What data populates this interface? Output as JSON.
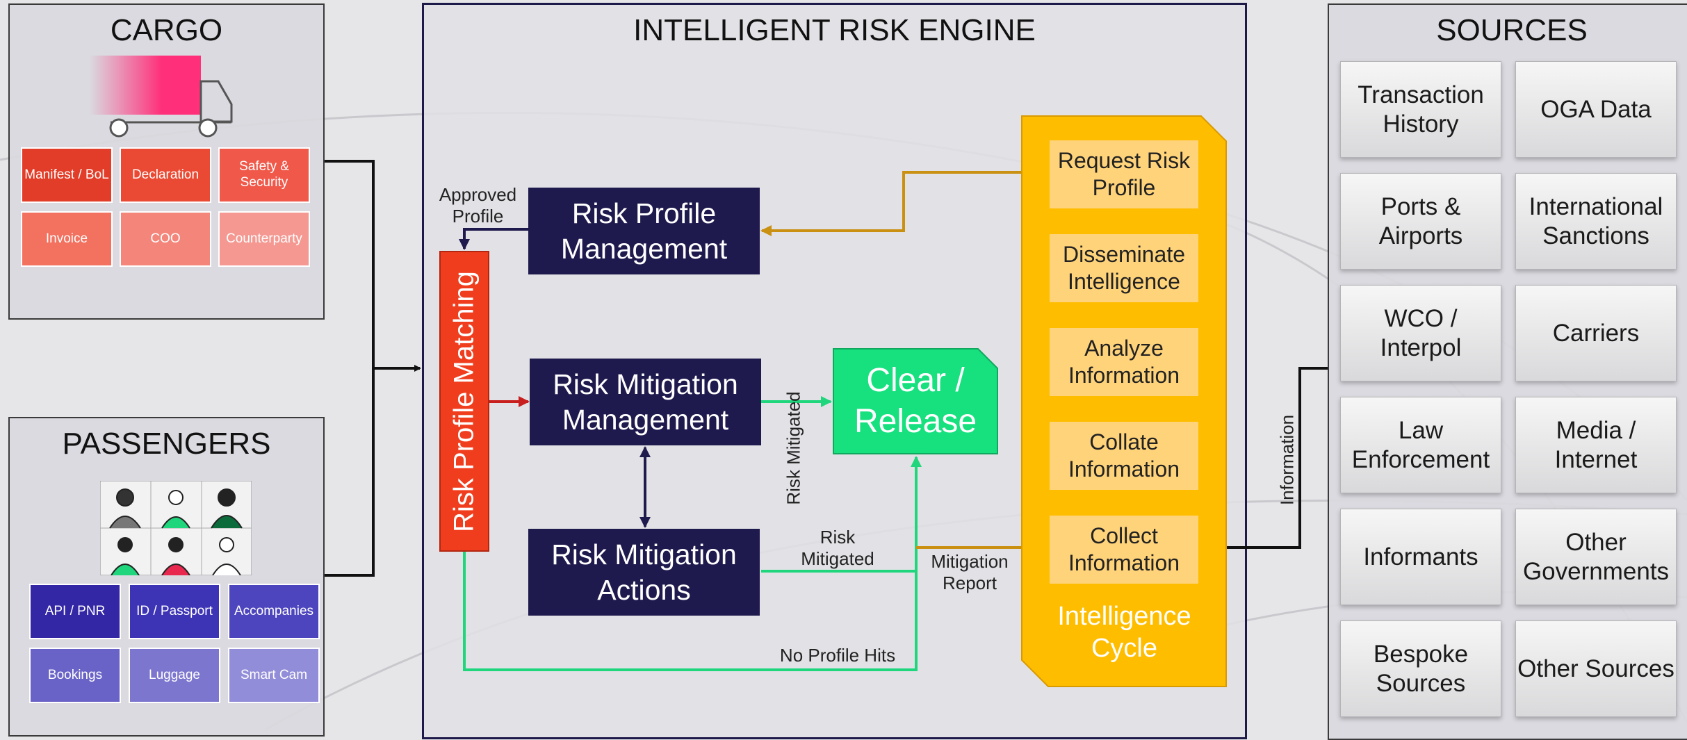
{
  "cargo": {
    "title": "CARGO",
    "tiles": [
      {
        "label": "Manifest / BoL",
        "color": "#e23d28"
      },
      {
        "label": "Declaration",
        "color": "#ea4a33"
      },
      {
        "label": "Safety & Security",
        "color": "#f0584a"
      },
      {
        "label": "Invoice",
        "color": "#f2715f"
      },
      {
        "label": "COO",
        "color": "#f4857a"
      },
      {
        "label": "Counterparty",
        "color": "#f49891"
      }
    ]
  },
  "passengers": {
    "title": "PASSENGERS",
    "tiles": [
      {
        "label": "API / PNR",
        "color": "#3327a6"
      },
      {
        "label": "ID / Passport",
        "color": "#3d33b5"
      },
      {
        "label": "Accompanies",
        "color": "#4d45bd"
      },
      {
        "label": "Bookings",
        "color": "#6a63c7"
      },
      {
        "label": "Luggage",
        "color": "#7c76cf"
      },
      {
        "label": "Smart Cam",
        "color": "#928dd8"
      }
    ]
  },
  "engine": {
    "title": "INTELLIGENT RISK ENGINE",
    "matching": "Risk Profile Matching",
    "profile_mgmt": "Risk Profile Management",
    "mitigation_mgmt": "Risk Mitigation Management",
    "mitigation_actions": "Risk Mitigation Actions",
    "clear_release": "Clear / Release",
    "labels": {
      "approved_profile": "Approved Profile",
      "risk_mitigated_vertical": "Risk Mitigated",
      "risk_mitigated": "Risk Mitigated",
      "mitigation_report": "Mitigation Report",
      "no_profile_hits": "No Profile Hits",
      "information": "Information"
    },
    "cycle": {
      "title": "Intelligence Cycle",
      "steps": [
        "Request Risk Profile",
        "Disseminate Intelligence",
        "Analyze Information",
        "Collate Information",
        "Collect Information"
      ]
    }
  },
  "sources": {
    "title": "SOURCES",
    "items": [
      "Transaction History",
      "OGA Data",
      "Ports & Airports",
      "International Sanctions",
      "WCO / Interpol",
      "Carriers",
      "Law Enforcement",
      "Media / Internet",
      "Informants",
      "Other Governments",
      "Bespoke Sources",
      "Other Sources"
    ]
  },
  "colors": {
    "navy": "#1f1a4d",
    "matching": "#f03d1e",
    "clear": "#17e07f",
    "cycle": "#ffbd00",
    "cycle_step": "#ffd37a",
    "arrow_red": "#c81e1e",
    "arrow_green": "#1fd67c",
    "arrow_gold": "#c99012"
  }
}
